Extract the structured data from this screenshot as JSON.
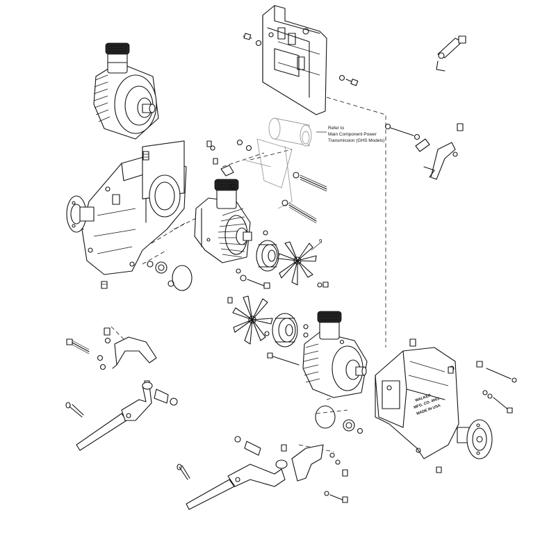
{
  "diagram": {
    "callout_note": {
      "lines": [
        "Refer to",
        "Main Component Power",
        "Transmission (GHS Models)"
      ]
    },
    "item_number": "9",
    "housing_stamp": {
      "lines": [
        "WALKER",
        "MFG. CO. 4001",
        "MADE IN USA"
      ]
    }
  }
}
